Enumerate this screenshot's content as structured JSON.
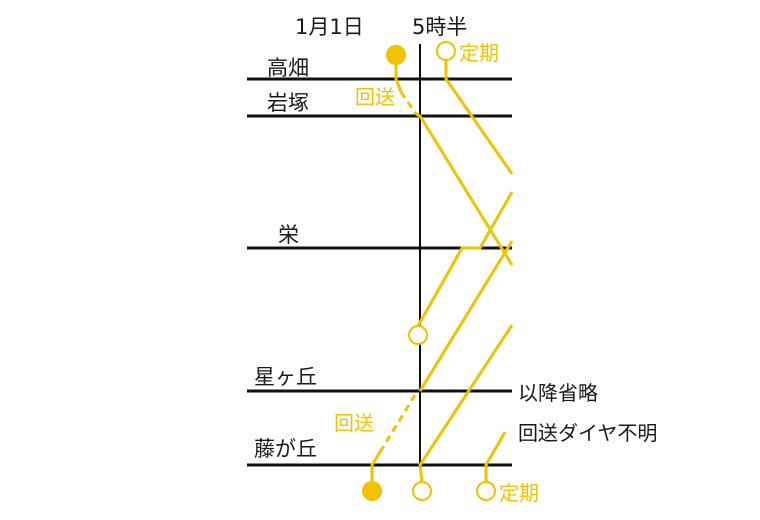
{
  "header": {
    "date": "1月1日",
    "time": "5時半"
  },
  "stations": [
    {
      "name": "高畑"
    },
    {
      "name": "岩塚"
    },
    {
      "name": "栄"
    },
    {
      "name": "星ヶ丘"
    },
    {
      "name": "藤が丘"
    }
  ],
  "annotations": {
    "deadhead_top": "回送",
    "deadhead_bottom": "回送",
    "regular_top": "定期",
    "regular_bottom": "定期",
    "omitted": "以降省略",
    "unknown": "回送ダイヤ不明"
  },
  "colors": {
    "train": "#f2c200",
    "rail": "#111111"
  }
}
